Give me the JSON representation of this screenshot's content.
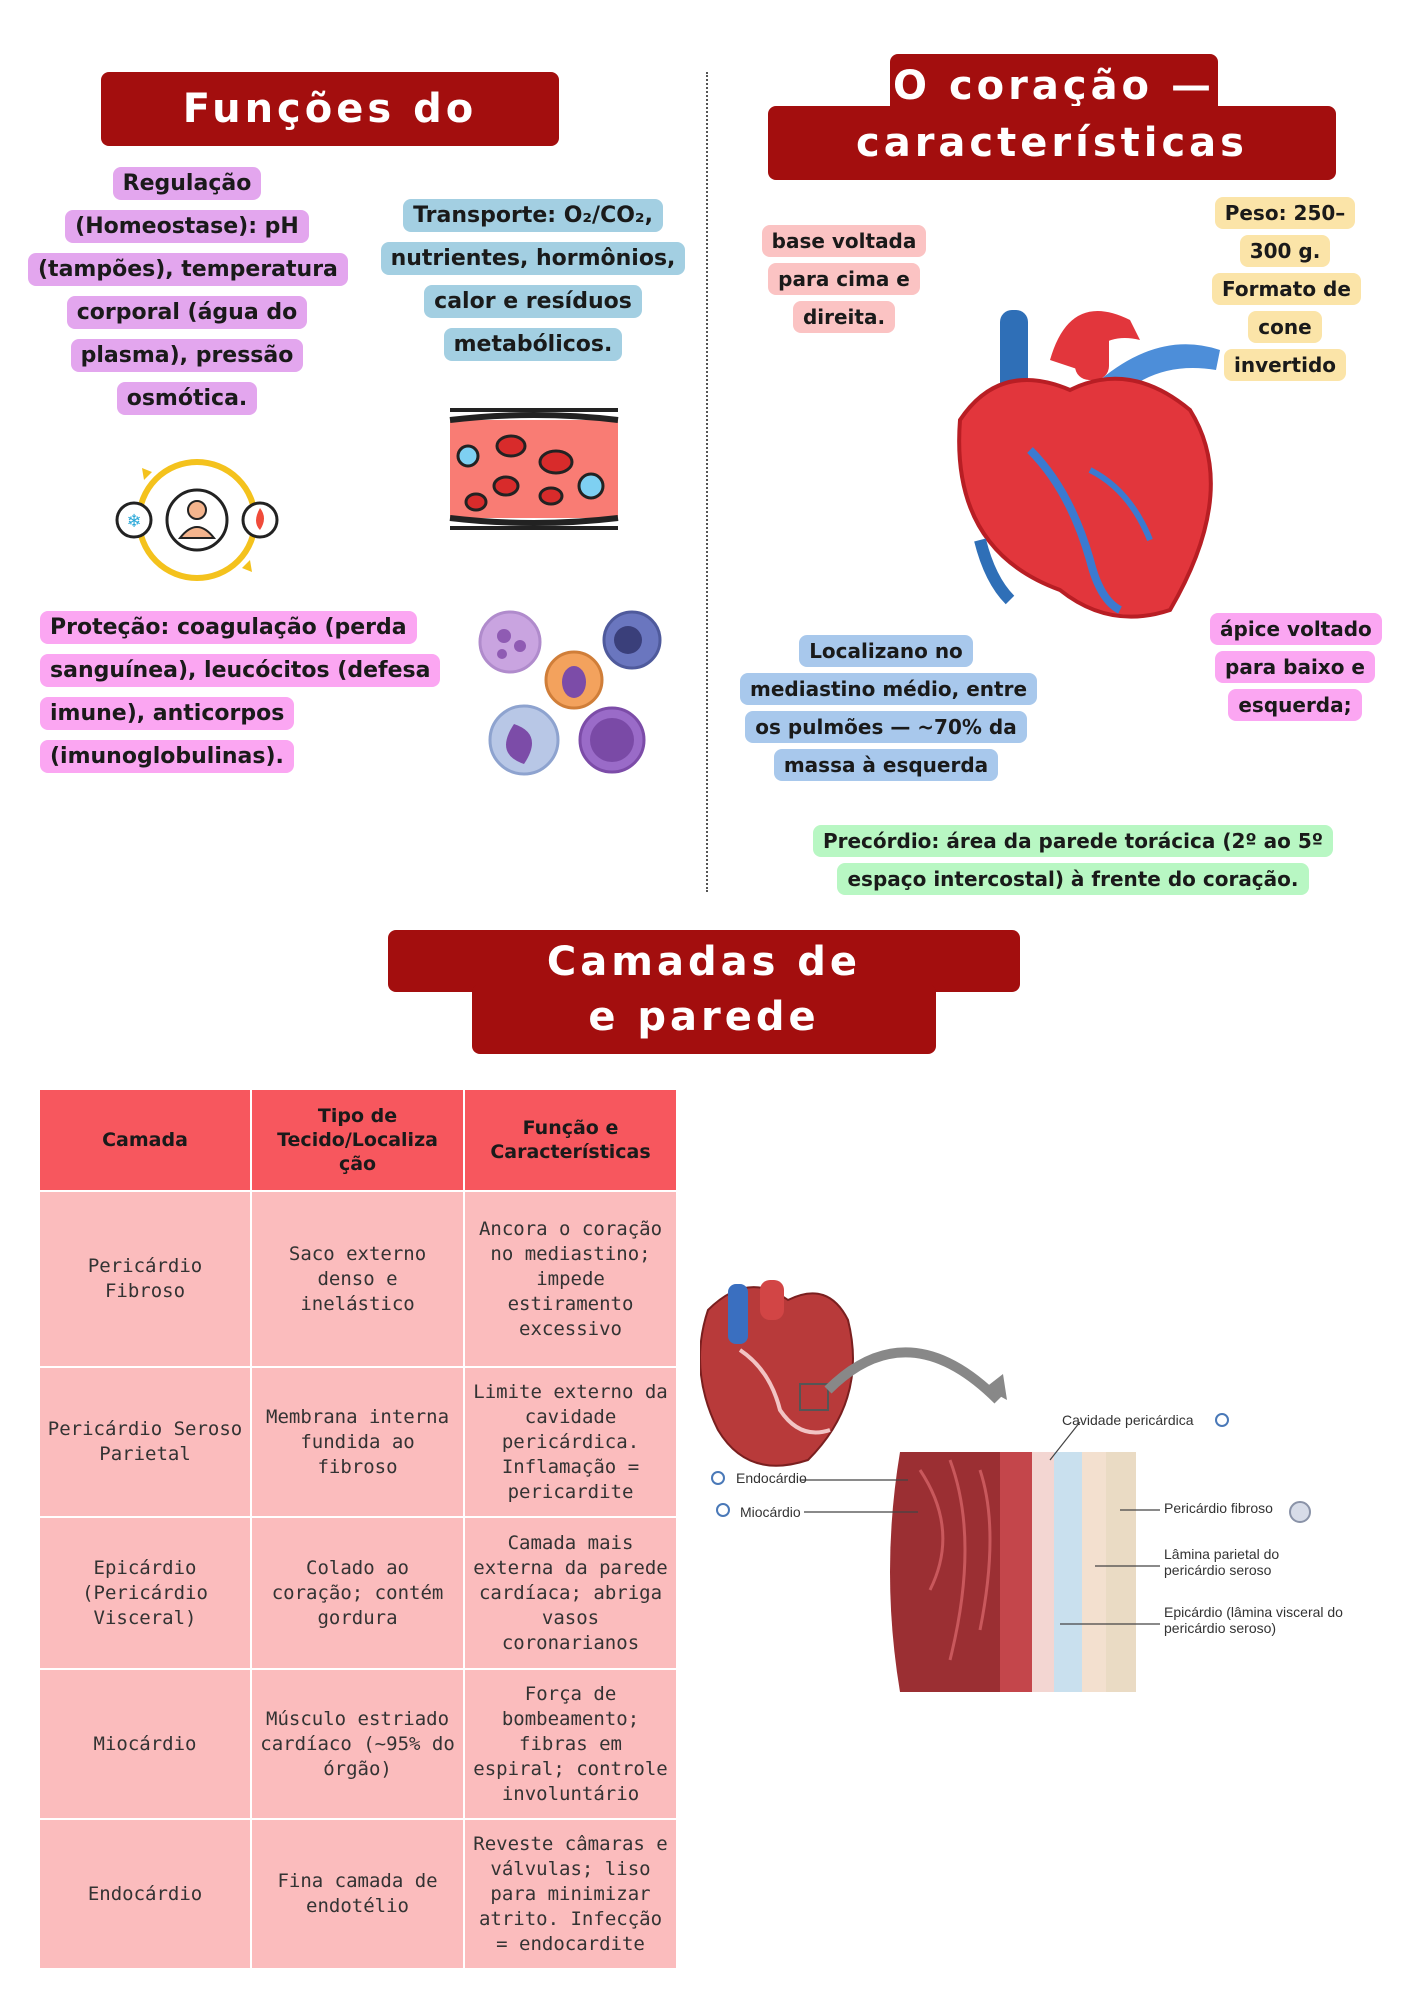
{
  "blood": {
    "title": "Funções do sangue",
    "regulation": "Regulação (Homeostase): pH (tampões), temperatura corporal (água do plasma), pressão osmótica.",
    "transport": "Transporte: O₂/CO₂, nutrientes, hormônios, calor e resíduos metabólicos.",
    "protection": "Proteção: coagulação (perda sanguínea), leucócitos (defesa imune), anticorpos (imunoglobulinas)."
  },
  "heart": {
    "title_line1": "O coração —",
    "title_line2": "características gerais",
    "base": "base voltada para cima e direita.",
    "weight": "Peso: 250–300 g. Formato de cone invertido",
    "apex": "ápice voltado para baixo e esquerda;",
    "location": "Localizano no mediastino médio, entre os pulmões — ~70% da massa à esquerda",
    "precordium": "Precórdio: área da parede torácica (2º ao 5º espaço intercostal) à frente do coração."
  },
  "layers": {
    "title_line1": "Camadas de revestimento",
    "title_line2": "e parede cardíaca",
    "headers": [
      "Camada",
      "Tipo de Tecido/Localiza ção",
      "Função e Características"
    ],
    "rows": [
      [
        "Pericárdio Fibroso",
        "Saco externo denso e inelástico",
        "Ancora o coração no mediastino; impede estiramento excessivo"
      ],
      [
        "Pericárdio Seroso Parietal",
        "Membrana interna fundida ao fibroso",
        "Limite externo da cavidade pericárdica. Inflamação = pericardite"
      ],
      [
        "Epicárdio (Pericárdio Visceral)",
        "Colado ao coração; contém gordura",
        "Camada mais externa da parede cardíaca; abriga vasos coronarianos"
      ],
      [
        "Miocárdio",
        "Músculo estriado cardíaco (~95% do órgão)",
        "Força de bombeamento; fibras em espiral; controle involuntário"
      ],
      [
        "Endocárdio",
        "Fina camada de endotélio",
        "Reveste câmaras e válvulas; liso para minimizar atrito. Infecção = endocardite"
      ]
    ]
  },
  "diagram": {
    "cavity": "Cavidade pericárdica",
    "endocardium": "Endocárdio",
    "myocardium": "Miocárdio",
    "fibrous": "Pericárdio fibroso",
    "parietal": "Lâmina parietal do pericárdio seroso",
    "epicardium": "Epicárdio (lâmina visceral do pericárdio seroso)"
  },
  "colors": {
    "title_bg": "#a30e0e",
    "table_header": "#f7575e",
    "table_cell": "#fbbcbd"
  }
}
